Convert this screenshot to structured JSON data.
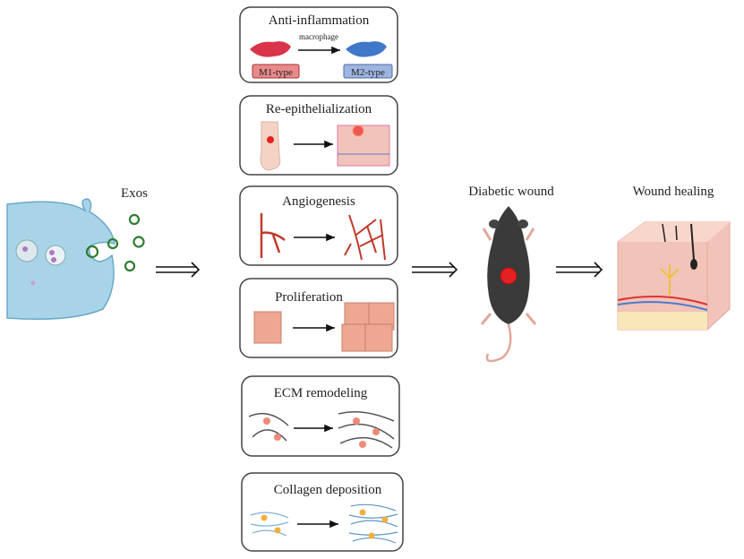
{
  "source": {
    "label": "Exos"
  },
  "mechanisms": [
    {
      "title": "Anti-inflammation",
      "arrow_label": "macrophage",
      "from_tag": "M1-type",
      "to_tag": "M2-type"
    },
    {
      "title": "Re-epithelialization"
    },
    {
      "title": "Angiogenesis"
    },
    {
      "title": "Proliferation"
    },
    {
      "title": "ECM remodeling"
    },
    {
      "title": "Collagen deposition"
    }
  ],
  "model": {
    "label": "Diabetic wound"
  },
  "outcome": {
    "label": "Wound healing"
  },
  "colors": {
    "cell": "#a9d4e8",
    "vesicle": "#2e7d32",
    "m1": "#d9344a",
    "m2": "#3f78c9",
    "wound": "#e52020",
    "skin": "#f2c3b8"
  }
}
